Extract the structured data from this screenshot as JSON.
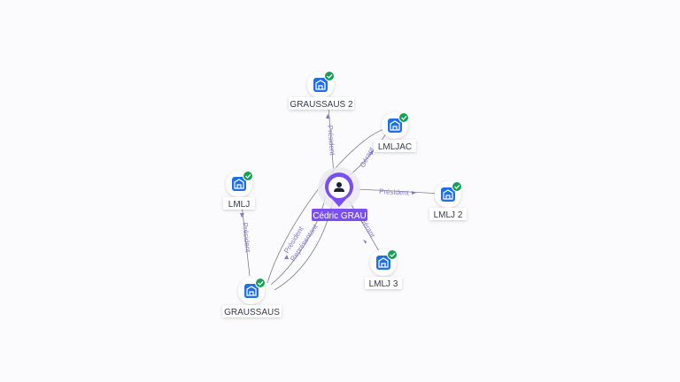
{
  "colors": {
    "accent": "#7b4ef0",
    "company_icon": "#1f6fe8",
    "check_badge": "#18a058",
    "edge": "#7d7f8a",
    "edge_label": "#7f79c8"
  },
  "person": {
    "name": "Cédric GRAU",
    "icon": "user-icon"
  },
  "companies": [
    {
      "id": "graussaus2",
      "name": "GRAUSSAUS 2",
      "icon": "building-icon",
      "badge": "check-icon"
    },
    {
      "id": "lmljac",
      "name": "LMLJAC",
      "icon": "building-icon",
      "badge": "check-icon"
    },
    {
      "id": "lmlj",
      "name": "LMLJ",
      "icon": "building-icon",
      "badge": "check-icon"
    },
    {
      "id": "lmlj2",
      "name": "LMLJ 2",
      "icon": "building-icon",
      "badge": "check-icon"
    },
    {
      "id": "lmlj3",
      "name": "LMLJ 3",
      "icon": "building-icon",
      "badge": "check-icon"
    },
    {
      "id": "graussaus",
      "name": "GRAUSSAUS",
      "icon": "building-icon",
      "badge": "check-icon"
    }
  ],
  "edges": [
    {
      "from": "person",
      "to": "graussaus2",
      "label": "Président"
    },
    {
      "from": "person",
      "to": "lmljac",
      "label": "Gérant"
    },
    {
      "from": "person",
      "to": "lmlj2",
      "label": "Président"
    },
    {
      "from": "person",
      "to": "lmlj3",
      "label": "Gérant"
    },
    {
      "from": "person",
      "to": "graussaus",
      "label": "Président"
    },
    {
      "from": "person",
      "to": "graussaus",
      "label": "Représentant"
    },
    {
      "from": "graussaus",
      "to": "lmlj",
      "label": "Président"
    },
    {
      "from": "graussaus",
      "to": "lmljac",
      "label": ""
    }
  ]
}
